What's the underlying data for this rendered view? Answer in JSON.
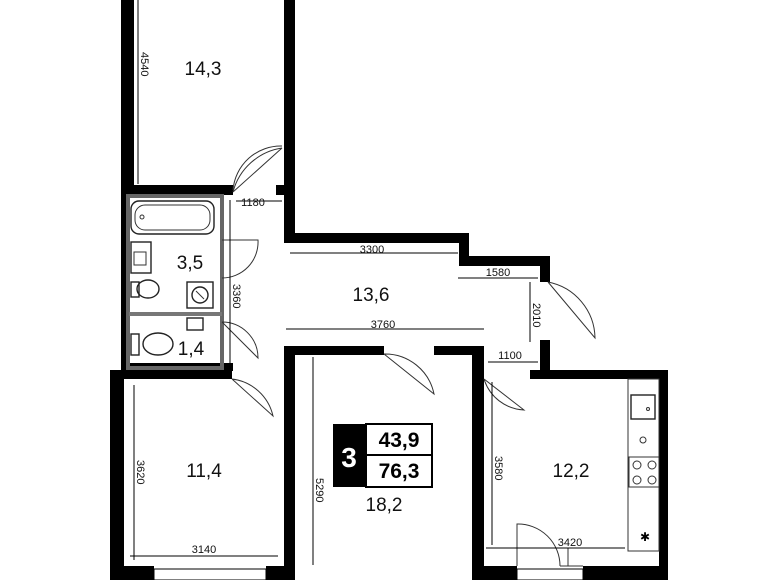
{
  "rooms": [
    {
      "id": "bedroom-top",
      "area": "14,3"
    },
    {
      "id": "bathroom",
      "area": "3,5"
    },
    {
      "id": "toilet",
      "area": "1,4"
    },
    {
      "id": "corridor",
      "area": "13,6"
    },
    {
      "id": "bedroom-left",
      "area": "11,4"
    },
    {
      "id": "living-room",
      "area": "18,2"
    },
    {
      "id": "kitchen",
      "area": "12,2"
    }
  ],
  "dimensions": {
    "d4540": "4540",
    "d1180": "1180",
    "d3300": "3300",
    "d1580": "1580",
    "d3360": "3360",
    "d2010": "2010",
    "d3760": "3760",
    "d1100": "1100",
    "d3620": "3620",
    "d5290": "5290",
    "d3580": "3580",
    "d3140": "3140",
    "d3420": "3420"
  },
  "badge": {
    "room_count": "3",
    "living_area": "43,9",
    "total_area": "76,3"
  }
}
